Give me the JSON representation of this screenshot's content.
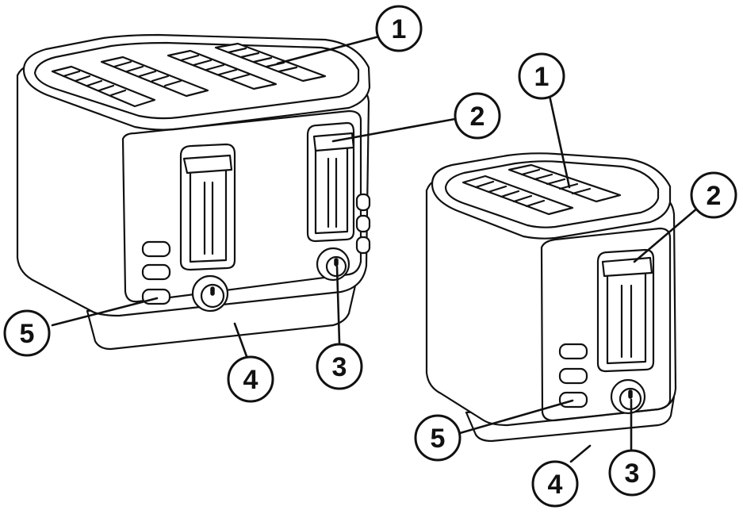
{
  "callouts_four_slice": [
    {
      "id": "c4-1",
      "label": "1"
    },
    {
      "id": "c4-2",
      "label": "2"
    },
    {
      "id": "c4-3",
      "label": "3"
    },
    {
      "id": "c4-4",
      "label": "4"
    },
    {
      "id": "c4-5",
      "label": "5"
    }
  ],
  "callouts_two_slice": [
    {
      "id": "c2-1",
      "label": "1"
    },
    {
      "id": "c2-2",
      "label": "2"
    },
    {
      "id": "c2-3",
      "label": "3"
    },
    {
      "id": "c2-4",
      "label": "4"
    },
    {
      "id": "c2-5",
      "label": "5"
    }
  ],
  "colors": {
    "line": "#111111",
    "background": "#ffffff"
  }
}
